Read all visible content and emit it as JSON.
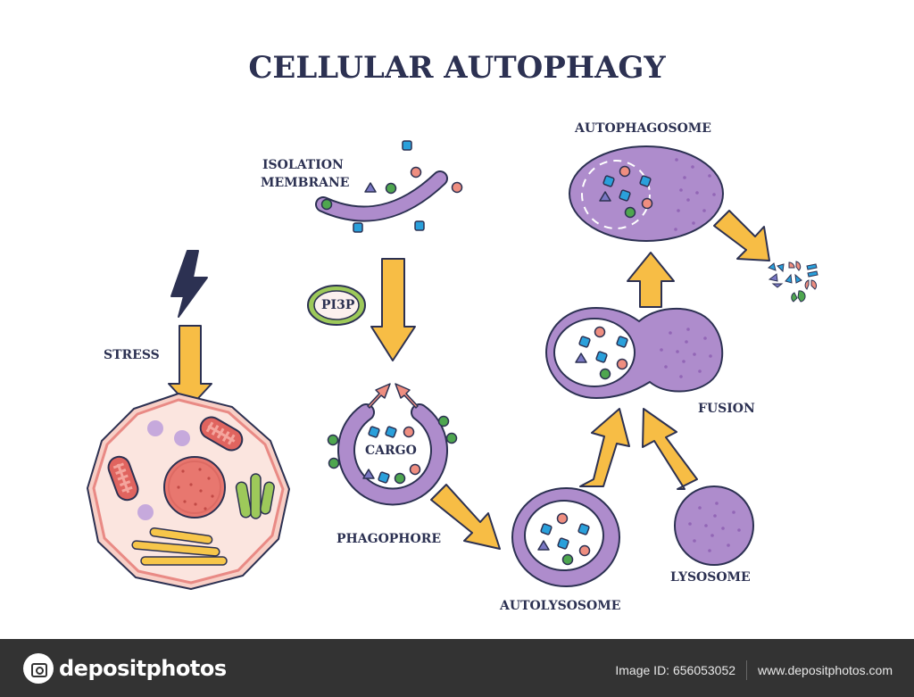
{
  "title": "CELLULAR AUTOPHAGY",
  "labels": {
    "isolation_membrane_line1": "ISOLATION",
    "isolation_membrane_line2": "MEMBRANE",
    "pi3p": "PI3P",
    "stress": "STRESS",
    "cargo": "CARGO",
    "phagophore": "PHAGOPHORE",
    "autophagosome": "AUTOPHAGOSOME",
    "fusion": "FUSION",
    "lysosome": "LYSOSOME",
    "autolysosome": "AUTOLYSOSOME"
  },
  "colors": {
    "ink": "#2c3152",
    "arrow": "#f7bd45",
    "membrane": "#ae8ccc",
    "membrane_dot": "#9266b6",
    "cell_fill": "#f9ddd5",
    "cell_edge": "#e98a85",
    "nucleus": "#e8776f",
    "mito": "#e0645f",
    "er": "#f7c64a",
    "golgi": "#9dc95a",
    "cargo_blue": "#2aa0db",
    "cargo_pink": "#ef8e80",
    "cargo_green": "#4ea64f",
    "cargo_violet": "#7a78c4",
    "small_arrow": "#ef8e80",
    "pi3p_ring": "#9dc95a",
    "pi3p_fill": "#fbf0ee"
  },
  "footer": {
    "brand": "depositphotos",
    "image_id": "Image ID: 656053052",
    "website": "www.depositphotos.com"
  }
}
